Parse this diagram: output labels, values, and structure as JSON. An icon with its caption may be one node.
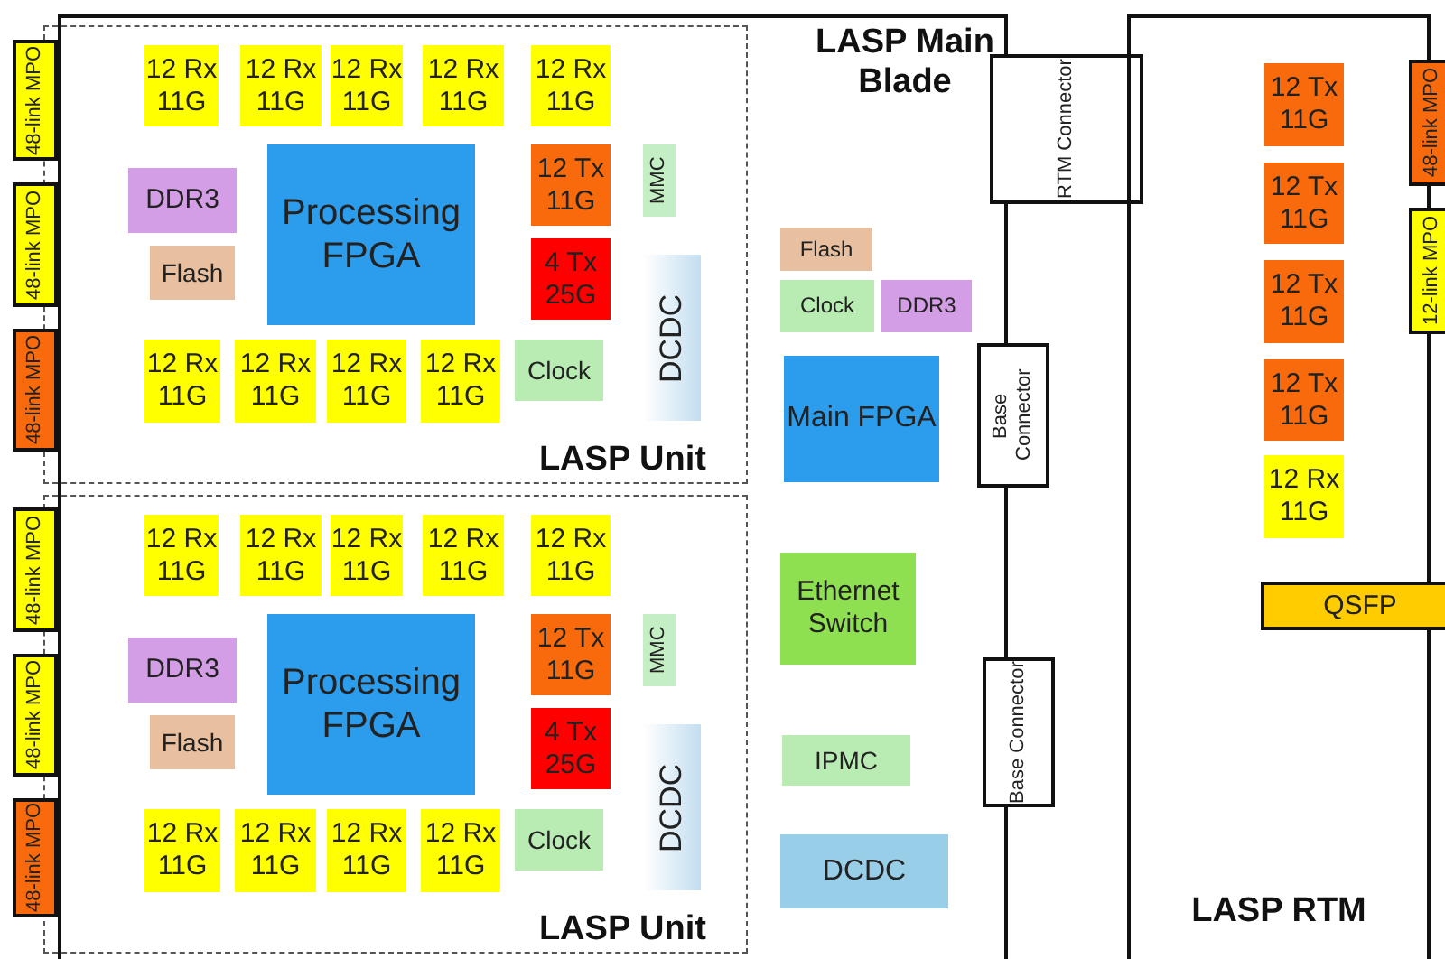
{
  "diagram": {
    "nodes": [
      {
        "text": [
          "LASP Main Blade"
        ]
      },
      {
        "text": [
          "48-link MPO"
        ]
      },
      {
        "text": [
          "48-link MPO"
        ]
      },
      {
        "text": [
          "48-link MPO"
        ]
      },
      {
        "text": [
          "LASP Unit"
        ],
        "in": 0
      },
      {
        "text": [
          "12 Rx 11G"
        ],
        "in": 4
      },
      {
        "text": [
          "12 Rx 11G"
        ],
        "in": 4
      },
      {
        "text": [
          "12 Rx 11G"
        ],
        "in": 4
      },
      {
        "text": [
          "12 Rx 11G"
        ],
        "in": 4
      },
      {
        "text": [
          "12 Rx 11G"
        ],
        "in": 4
      },
      {
        "text": [
          "DDR3"
        ],
        "in": 4
      },
      {
        "text": [
          "Processing FPGA"
        ],
        "in": 4
      },
      {
        "text": [
          "12 Tx 11G"
        ],
        "in": 4
      },
      {
        "text": [
          "MMC"
        ],
        "in": 4
      },
      {
        "text": [
          "Flash"
        ],
        "in": 4
      },
      {
        "text": [
          "4 Tx 25G"
        ],
        "in": 4
      },
      {
        "text": [
          "DCDC"
        ],
        "in": 4
      },
      {
        "text": [
          "12 Rx 11G"
        ],
        "in": 4
      },
      {
        "text": [
          "12 Rx 11G"
        ],
        "in": 4
      },
      {
        "text": [
          "12 Rx 11G"
        ],
        "in": 4
      },
      {
        "text": [
          "12 Rx 11G"
        ],
        "in": 4
      },
      {
        "text": [
          "Clock"
        ],
        "in": 4
      },
      {
        "text": [
          "48-link MPO"
        ]
      },
      {
        "text": [
          "48-link MPO"
        ]
      },
      {
        "text": [
          "48-link MPO"
        ]
      },
      {
        "text": [
          "LASP Unit"
        ],
        "in": 0
      },
      {
        "text": [
          "12 Rx 11G"
        ],
        "in": 25
      },
      {
        "text": [
          "12 Rx 11G"
        ],
        "in": 25
      },
      {
        "text": [
          "12 Rx 11G"
        ],
        "in": 25
      },
      {
        "text": [
          "12 Rx 11G"
        ],
        "in": 25
      },
      {
        "text": [
          "12 Rx 11G"
        ],
        "in": 25
      },
      {
        "text": [
          "DDR3"
        ],
        "in": 25
      },
      {
        "text": [
          "Processing FPGA"
        ],
        "in": 25
      },
      {
        "text": [
          "12 Tx 11G"
        ],
        "in": 25
      },
      {
        "text": [
          "MMC"
        ],
        "in": 25
      },
      {
        "text": [
          "Flash"
        ],
        "in": 25
      },
      {
        "text": [
          "4 Tx 25G"
        ],
        "in": 25
      },
      {
        "text": [
          "DCDC"
        ],
        "in": 25
      },
      {
        "text": [
          "12 Rx 11G"
        ],
        "in": 25
      },
      {
        "text": [
          "12 Rx 11G"
        ],
        "in": 25
      },
      {
        "text": [
          "12 Rx 11G"
        ],
        "in": 25
      },
      {
        "text": [
          "12 Rx 11G"
        ],
        "in": 25
      },
      {
        "text": [
          "Clock"
        ],
        "in": 25
      },
      {
        "text": [
          "RTM Connector"
        ]
      },
      {
        "text": [
          "Flash"
        ],
        "in": 0
      },
      {
        "text": [
          "Clock"
        ],
        "in": 0
      },
      {
        "text": [
          "DDR3"
        ],
        "in": 0
      },
      {
        "text": [
          "Main FPGA"
        ],
        "in": 0
      },
      {
        "text": [
          "Base Connector"
        ]
      },
      {
        "text": [
          "Ethernet Switch"
        ],
        "in": 0
      },
      {
        "text": [
          "Base Connector"
        ]
      },
      {
        "text": [
          "IPMC"
        ],
        "in": 0
      },
      {
        "text": [
          "DCDC"
        ],
        "in": 0
      },
      {
        "text": [
          "LASP RTM"
        ]
      },
      {
        "text": [
          "12 Tx 11G"
        ],
        "in": 53
      },
      {
        "text": [
          "12 Tx 11G"
        ],
        "in": 53
      },
      {
        "text": [
          "12 Tx 11G"
        ],
        "in": 53
      },
      {
        "text": [
          "12 Tx 11G"
        ],
        "in": 53
      },
      {
        "text": [
          "12 Rx 11G"
        ],
        "in": 53
      },
      {
        "text": [
          "QSFP"
        ]
      },
      {
        "text": [
          "48-link MPO"
        ]
      },
      {
        "text": [
          "12-link MPO"
        ]
      }
    ]
  }
}
